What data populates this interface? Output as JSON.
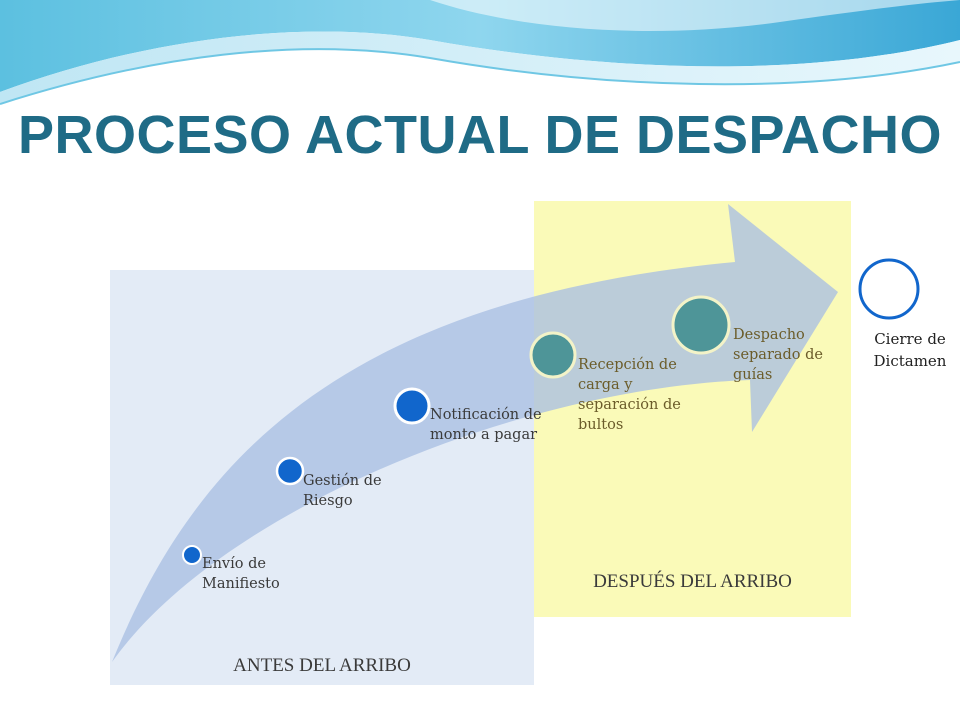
{
  "title": "PROCESO ACTUAL DE DESPACHO",
  "phases": {
    "before": "ANTES DEL ARRIBO",
    "after": "DESPUÉS DEL ARRIBO"
  },
  "steps": [
    "Envío de\nManifiesto",
    "Gestión de\nRiesgo",
    "Notificación de\nmonto a pagar",
    "Recepción de\ncarga y\nseparación de\nbultos",
    "Despacho\nseparado de\nguías"
  ],
  "final_step": "Cierre de\nDictamen",
  "colors": {
    "title": "#1f6b86",
    "before_panel": "#e3ebf6",
    "after_panel": "#fafab8",
    "arrow": "#a9bfe3",
    "node_blue": "#1166cc",
    "node_teal": "#4e9598",
    "final_ring": "#1166cc"
  }
}
